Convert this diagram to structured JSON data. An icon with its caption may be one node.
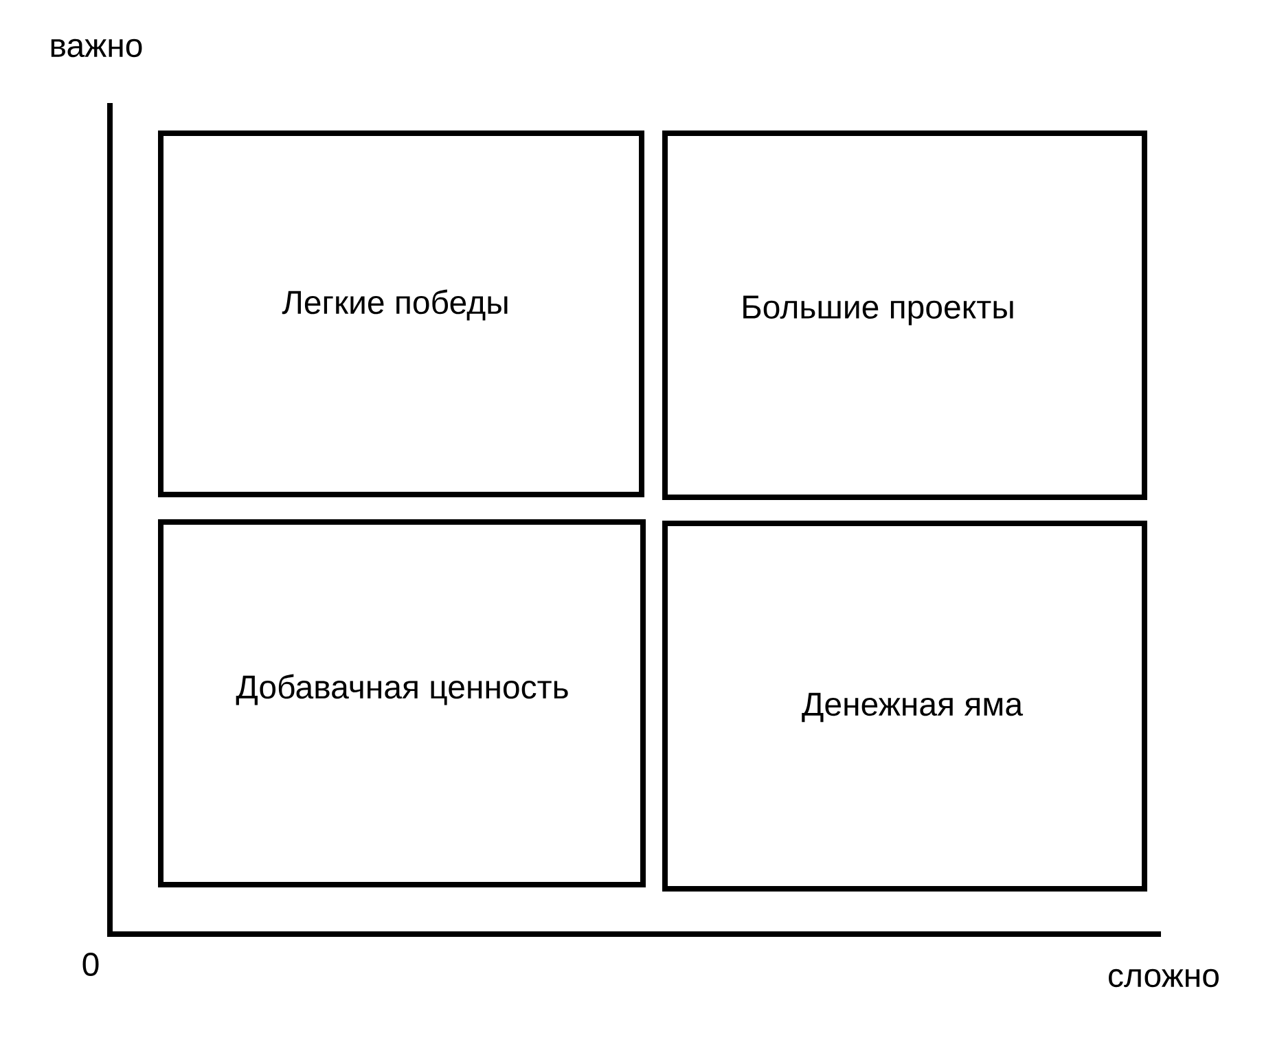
{
  "diagram": {
    "nodes": [
      {
        "text": [
          "Легкие победы"
        ]
      },
      {
        "text": [
          "Большие проекты"
        ]
      },
      {
        "text": [
          "Добавачная ценность"
        ]
      },
      {
        "text": [
          "Денежная яма"
        ]
      }
    ],
    "labels": [
      "важно",
      "0",
      "сложно"
    ]
  }
}
